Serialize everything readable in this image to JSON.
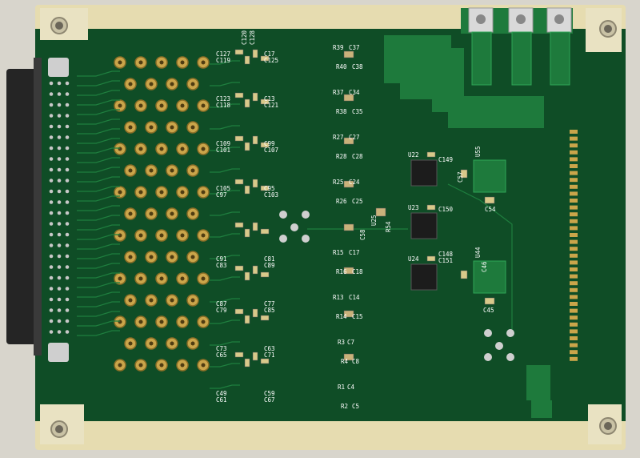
{
  "board": {
    "colors": {
      "background": "#d8d5cc",
      "board_green": "#0f4d26",
      "board_edge": "#1a6a36",
      "copper_green": "#1e7a3c",
      "pad_gold": "#caa54a",
      "silkscreen": "#ffffff",
      "connector": "#252525",
      "ic_body": "#1c1c1c"
    },
    "labels": {
      "ics": [
        "U22",
        "U23",
        "U24",
        "U25",
        "U55",
        "U44"
      ],
      "capacitors_main": [
        "C127",
        "C119",
        "C17",
        "C125",
        "C120",
        "C128",
        "C123",
        "C118",
        "C13",
        "C121",
        "C109",
        "C101",
        "C99",
        "C107",
        "C105",
        "C97",
        "C95",
        "C103",
        "C91",
        "C83",
        "C81",
        "C89",
        "C87",
        "C79",
        "C77",
        "C85",
        "C73",
        "C65",
        "C63",
        "C71",
        "C49",
        "C61",
        "C59",
        "C67"
      ],
      "resistors": [
        "R39",
        "R40",
        "R37",
        "R38",
        "R27",
        "R28",
        "R25",
        "R26",
        "R15",
        "R16",
        "R13",
        "R14",
        "R3",
        "R4",
        "R1",
        "R2",
        "R54"
      ],
      "capacitors_mid": [
        "C37",
        "C38",
        "C34",
        "C35",
        "C27",
        "C28",
        "C24",
        "C25",
        "C17",
        "C18",
        "C14",
        "C15",
        "C7",
        "C8",
        "C4",
        "C5",
        "C57",
        "C58"
      ],
      "capacitors_right": [
        "C149",
        "C150",
        "C148",
        "C151",
        "C54",
        "C45",
        "C46"
      ]
    }
  }
}
